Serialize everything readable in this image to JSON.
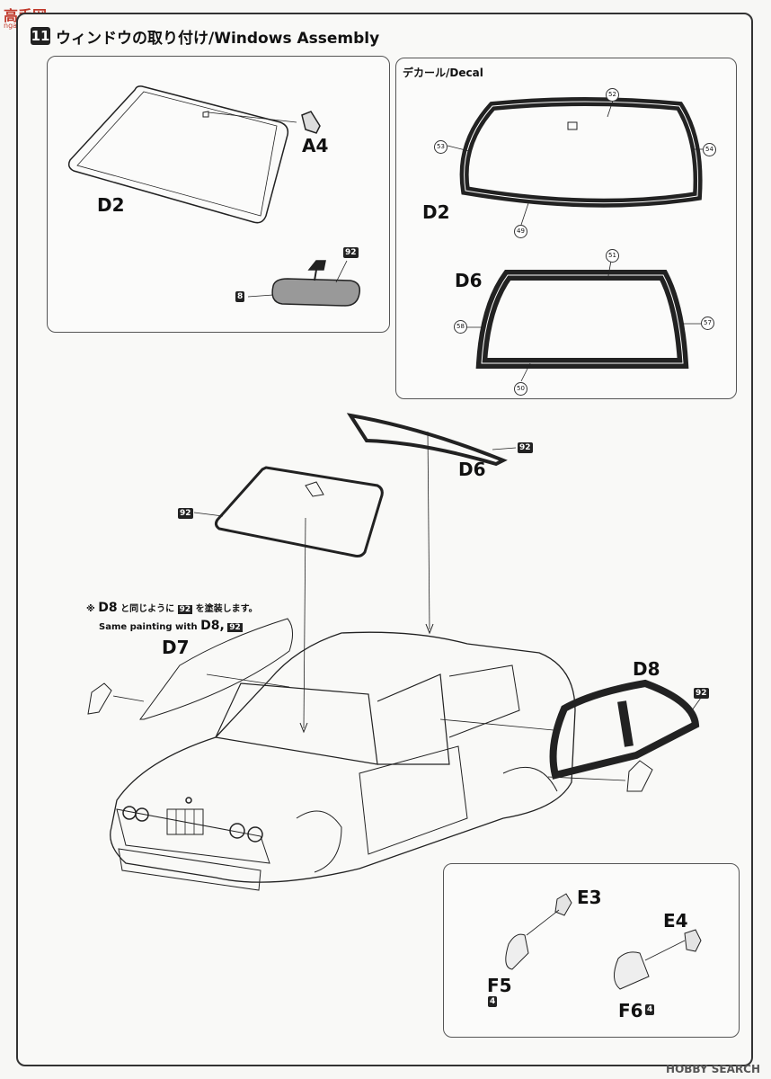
{
  "header": {
    "site_logo": "高手网",
    "site_sub": "ngao-shou.com",
    "step_number": "11",
    "title": "ウィンドウの取り付け/Windows Assembly"
  },
  "panel_left": {
    "d2": "D2",
    "a4": "A4",
    "paint_92": "92",
    "paint_8": "8"
  },
  "panel_decal": {
    "title": "デカール/Decal",
    "d2": "D2",
    "d6": "D6",
    "n52": "52",
    "n53": "53",
    "n54": "54",
    "n49": "49",
    "n51": "51",
    "n58": "58",
    "n57": "57",
    "n50": "50"
  },
  "main": {
    "d6": "D6",
    "d6_paint": "92",
    "windshield_paint": "92",
    "note_jp_prefix": "※",
    "note_jp_part": "D8",
    "note_jp_mid": "と同じように",
    "note_jp_paint": "92",
    "note_jp_end": "を塗装します。",
    "note_en": "Same painting with",
    "note_en_part": "D8,",
    "note_en_paint": "92",
    "d7": "D7",
    "d8": "D8",
    "d8_paint": "92"
  },
  "panel_mirrors": {
    "e3": "E3",
    "e4": "E4",
    "f5": "F5",
    "f5_paint": "4",
    "f6": "F6",
    "f6_paint": "4"
  },
  "footer": {
    "watermark": "HOBBY SEARCH"
  }
}
